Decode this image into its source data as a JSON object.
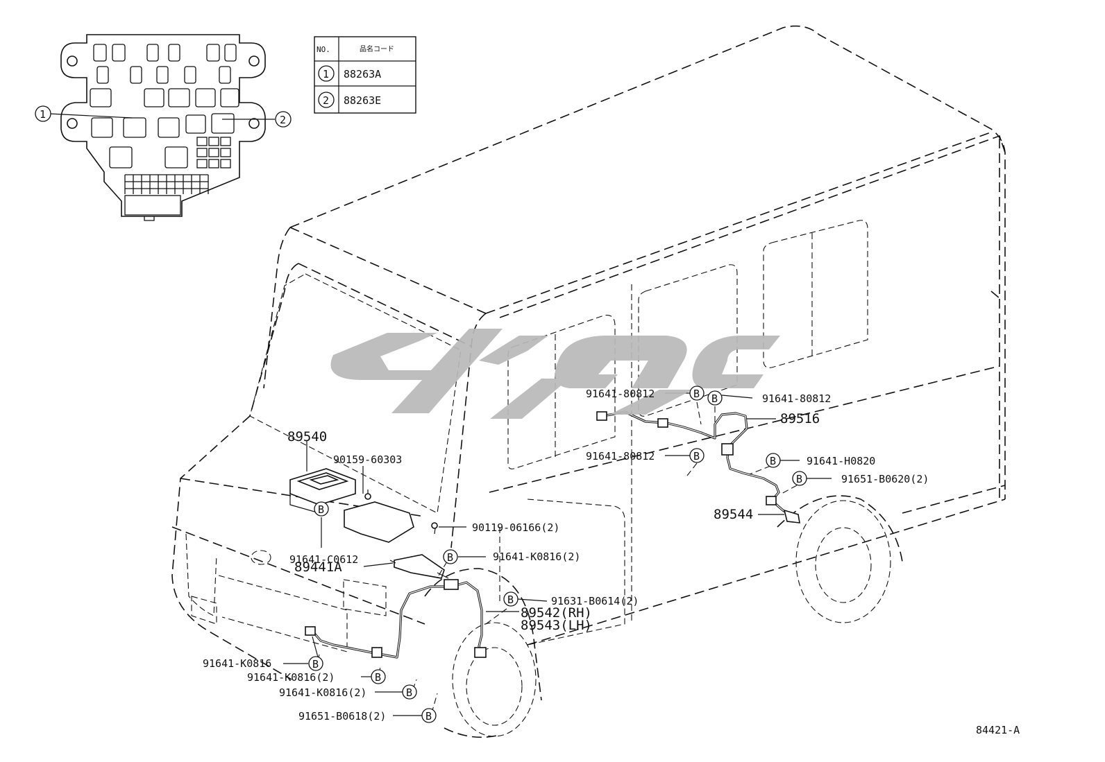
{
  "table": {
    "header_no": "NO.",
    "header_code": "品名コード",
    "rows": [
      {
        "no": "1",
        "code": "88263A"
      },
      {
        "no": "2",
        "code": "88263E"
      }
    ]
  },
  "relay_block": {
    "callout_1": "1",
    "callout_2": "2"
  },
  "fastener_marker": "B",
  "labels": {
    "p89540": "89540",
    "p90159": "90159-60303",
    "p91641_c0612": "91641-C0612",
    "p90119": "90119-06166(2)",
    "p91641_k0816_a": "91641-K0816(2)",
    "p89441a": "89441A",
    "p91631": "91631-B0614(2)",
    "p89542": "89542(RH)",
    "p89543": "89543(LH)",
    "p91641_k0816_b": "91641-K0816",
    "p91641_k0816_c": "91641-K0816(2)",
    "p91641_k0816_d": "91641-K0816(2)",
    "p91651_b0618": "91651-B0618(2)",
    "p91641_80812_a": "91641-80812",
    "p91641_80812_b": "91641-80812",
    "p91641_80812_c": "91641-80812",
    "p89516": "89516",
    "p91641_h0820": "91641-H0820",
    "p91651_b0620": "91651-B0620(2)",
    "p89544": "89544"
  },
  "figure_code": "84421-A",
  "watermark_color": "#b9b9b9"
}
